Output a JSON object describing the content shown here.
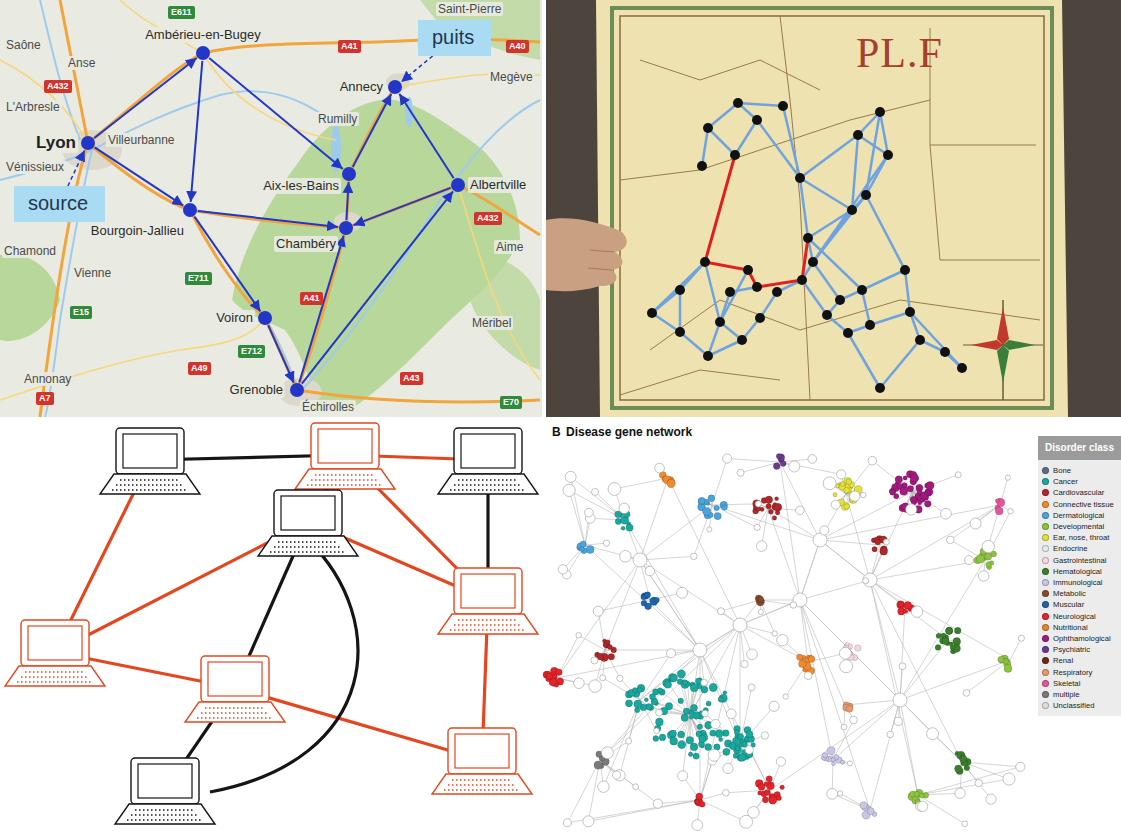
{
  "diagram": {
    "nodes": [
      {
        "text": [
          "Lyon"
        ]
      },
      {
        "text": [
          "Ambérieu-en-Bugey"
        ]
      },
      {
        "text": [
          "Bourgoin-Jallieu"
        ]
      },
      {
        "text": [
          "Voiron"
        ]
      },
      {
        "text": [
          "Grenoble"
        ]
      },
      {
        "text": [
          "Chambéry"
        ]
      },
      {
        "text": [
          "Aix-les-Bains"
        ]
      },
      {
        "text": [
          "Annecy"
        ]
      },
      {
        "text": [
          "Albertville"
        ]
      },
      {
        "text": [
          "source"
        ]
      },
      {
        "text": [
          "puits"
        ]
      }
    ],
    "edges": [
      {
        "from": 0,
        "to": 1,
        "arrow": "to"
      },
      {
        "from": 0,
        "to": 2,
        "arrow": "to"
      },
      {
        "from": 1,
        "to": 2,
        "arrow": "to"
      },
      {
        "from": 1,
        "to": 6,
        "arrow": "to"
      },
      {
        "from": 2,
        "to": 5,
        "arrow": "to"
      },
      {
        "from": 2,
        "to": 3,
        "arrow": "to"
      },
      {
        "from": 3,
        "to": 4,
        "arrow": "to"
      },
      {
        "from": 4,
        "to": 5,
        "arrow": "to"
      },
      {
        "from": 4,
        "to": 8,
        "arrow": "to"
      },
      {
        "from": 8,
        "to": 5,
        "arrow": "to"
      },
      {
        "from": 5,
        "to": 6,
        "arrow": "to"
      },
      {
        "from": 6,
        "to": 7,
        "arrow": "to"
      },
      {
        "from": 8,
        "to": 7,
        "arrow": "to"
      },
      {
        "from": 9,
        "to": 0,
        "arrow": "to"
      },
      {
        "from": 10,
        "to": 7,
        "arrow": "to"
      }
    ],
    "labels": [
      "Saône",
      "Anse",
      "L'Arbresle",
      "Villeurbanne",
      "Vénissieux",
      "Chamond",
      "Vienne",
      "Annonay",
      "Rumilly",
      "Saint-Pierre",
      "Megève",
      "Aime",
      "Méribel",
      "Échirolles",
      "E611",
      "A41",
      "A40",
      "A432",
      "A432",
      "E711",
      "A41",
      "E712",
      "A49",
      "E15",
      "A7",
      "A43",
      "E70",
      "PL.F",
      "B",
      "Disease gene network",
      "Disorder class"
    ],
    "legend": [
      {
        "text": "Bone",
        "color": "#5f6b8a"
      },
      {
        "text": "Cancer",
        "color": "#19a89d"
      },
      {
        "text": "Cardiovascular",
        "color": "#b0282a"
      },
      {
        "text": "Connective tissue",
        "color": "#f08a2c"
      },
      {
        "text": "Dermatological",
        "color": "#4ba3dd"
      },
      {
        "text": "Developmental",
        "color": "#8dc43f"
      },
      {
        "text": "Ear, nose, throat",
        "color": "#e4e13c"
      },
      {
        "text": "Endocrine",
        "color": "#e3edf7"
      },
      {
        "text": "Gastrointestinal",
        "color": "#f7d6e0"
      },
      {
        "text": "Hematological",
        "color": "#3b7f2d"
      },
      {
        "text": "Immunological",
        "color": "#c8c6e6"
      },
      {
        "text": "Metabolic",
        "color": "#8a4b2b"
      },
      {
        "text": "Muscular",
        "color": "#1d65ad"
      },
      {
        "text": "Neurological",
        "color": "#e4232a"
      },
      {
        "text": "Nutritional",
        "color": "#e6842c"
      },
      {
        "text": "Ophthamological",
        "color": "#a31a7f"
      },
      {
        "text": "Psychiatric",
        "color": "#6a3b90"
      },
      {
        "text": "Renal",
        "color": "#6b2a18"
      },
      {
        "text": "Respiratory",
        "color": "#e79a6d"
      },
      {
        "text": "Skeletal",
        "color": "#e6559c"
      },
      {
        "text": "multiple",
        "color": "#7a7a7a"
      },
      {
        "text": "Unclassified",
        "color": "#dedede"
      }
    ]
  }
}
